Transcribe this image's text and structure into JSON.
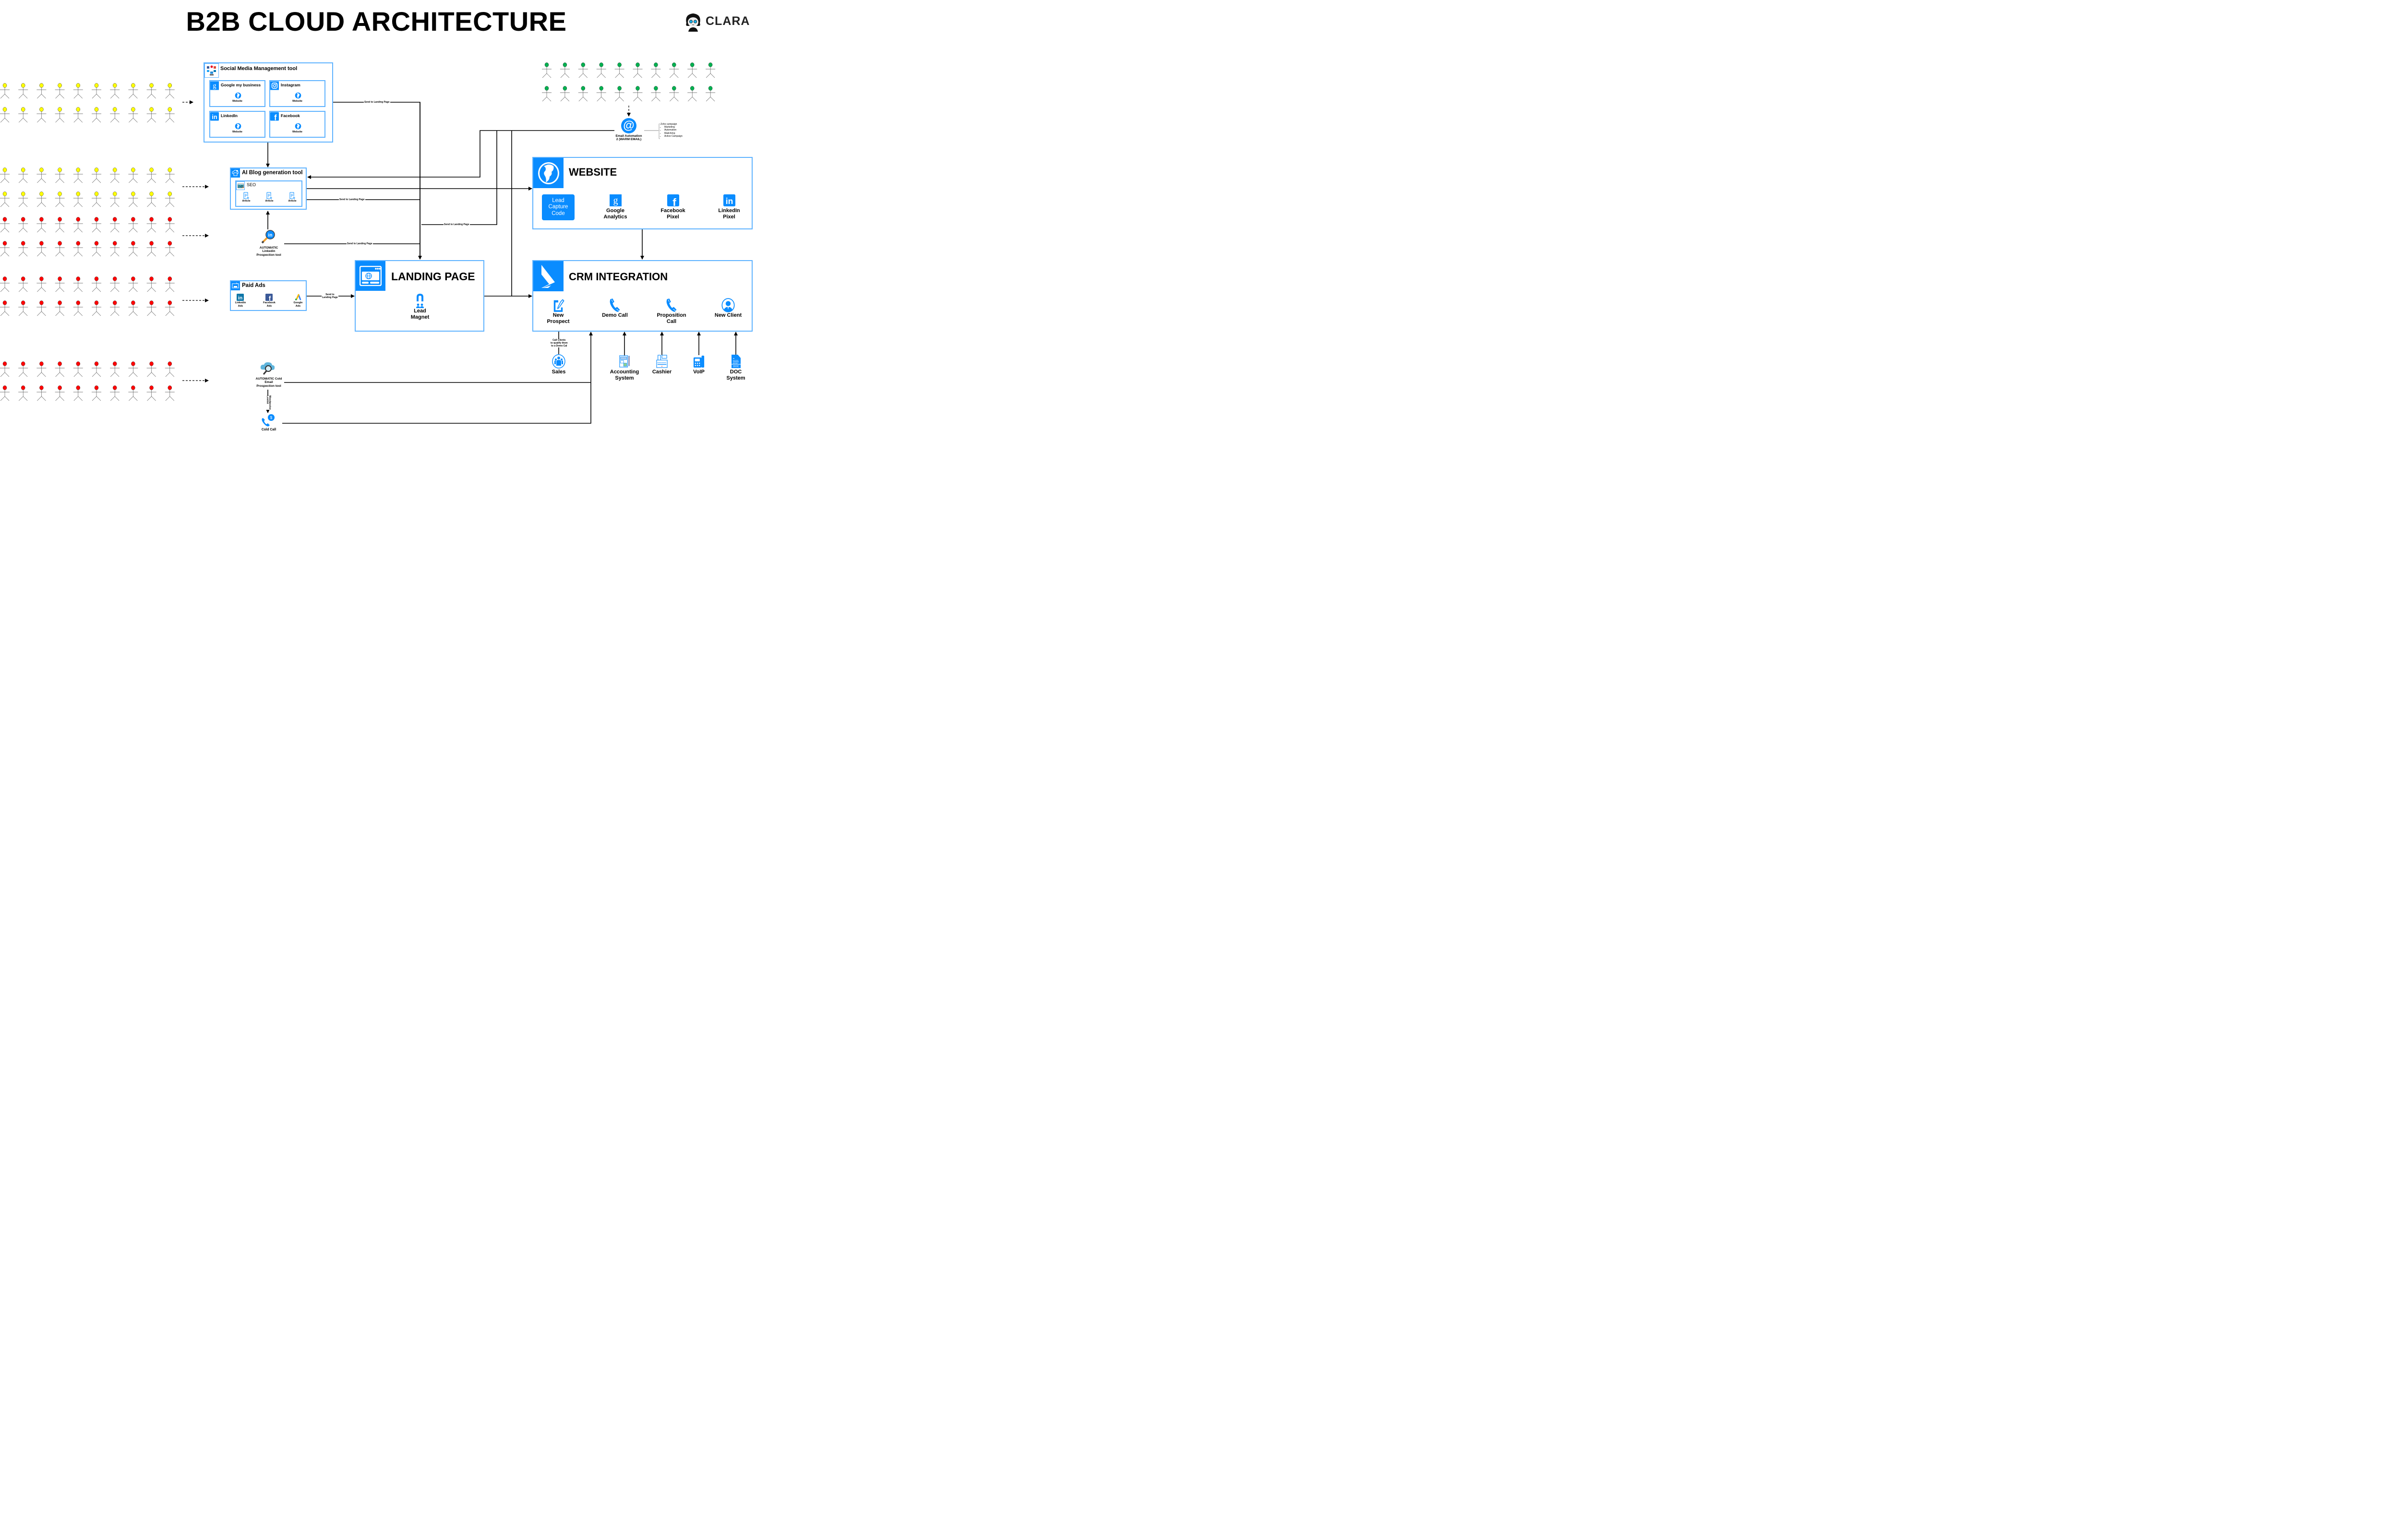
{
  "title": "B2B CLOUD ARCHITECTURE",
  "brand": {
    "name": "CLARA",
    "icon": "girl-avatar-icon"
  },
  "colors": {
    "accent": "#0a8cff",
    "border": "#5fb3ff",
    "audience_yellow": "#ffff00",
    "audience_red": "#ff0000",
    "audience_green": "#00b050",
    "line": "#000000"
  },
  "audiences": [
    {
      "color": "yellow",
      "rows": 2,
      "per_row": 10,
      "target": "social_media"
    },
    {
      "color": "yellow",
      "rows": 2,
      "per_row": 10,
      "target": "ai_blog"
    },
    {
      "color": "red",
      "rows": 2,
      "per_row": 10,
      "target": "linkedin_prospection"
    },
    {
      "color": "red",
      "rows": 2,
      "per_row": 10,
      "target": "paid_ads"
    },
    {
      "color": "red",
      "rows": 2,
      "per_row": 10,
      "target": "cold_email"
    },
    {
      "color": "green",
      "rows": 2,
      "per_row": 10,
      "target": "email_automation"
    }
  ],
  "social_media": {
    "title": "Social Media Management tool",
    "icon": "social-network-icon",
    "channels": [
      {
        "name": "Google my business",
        "icon": "google-icon",
        "sub_label": "Website"
      },
      {
        "name": "Instagram",
        "icon": "instagram-icon",
        "sub_label": "Website"
      },
      {
        "name": "LinkedIn",
        "icon": "linkedin-icon",
        "sub_label": "Website"
      },
      {
        "name": "Facebook",
        "icon": "facebook-icon",
        "sub_label": "Website"
      }
    ]
  },
  "ai_blog": {
    "title": "AI Blog generation tool",
    "icon": "cloud-gear-icon",
    "seo": {
      "title": "SEO",
      "icon": "seo-analytics-icon",
      "articles": [
        "Article",
        "Article",
        "Article"
      ]
    }
  },
  "linkedin_prospection": {
    "label": "AUTOMATIC\nLinkedin\nProspection tool",
    "icon": "linkedin-search-icon"
  },
  "paid_ads": {
    "title": "Paid Ads",
    "icon": "ads-laptop-icon",
    "items": [
      {
        "label": "Linkedin\nAds",
        "icon": "linkedin-icon"
      },
      {
        "label": "Facebook\nAds",
        "icon": "facebook-icon"
      },
      {
        "label": "Google\nAds",
        "icon": "google-ads-icon"
      }
    ]
  },
  "cold_email": {
    "label": "AUTOMATIC Cold\nEmail\nProspection tool",
    "icon": "cloud-search-icon",
    "edge_label": "Woodpecker\nLemlist"
  },
  "cold_call": {
    "label": "Cold Call",
    "icon": "phone-dollar-icon"
  },
  "landing_page": {
    "title": "LANDING PAGE",
    "icon": "browser-globe-icon",
    "item": {
      "label": "Lead\nMagnet",
      "icon": "magnet-icon"
    }
  },
  "email_automation": {
    "label": "Email Automation\n2 (WARM EMAIL)",
    "icon": "at-sign-icon",
    "tools_heading": "Zoho campaign",
    "tools": [
      "Marketing",
      "Automation",
      "Mailchimp",
      "Active Campaign"
    ]
  },
  "website": {
    "title": "WEBSITE",
    "icon": "globe-icon",
    "lead_capture": "Lead\nCapture\nCode",
    "items": [
      {
        "label": "Google\nAnalytics",
        "icon": "google-icon"
      },
      {
        "label": "Facebook\nPixel",
        "icon": "facebook-icon"
      },
      {
        "label": "LinkedIn\nPixel",
        "icon": "linkedin-icon"
      }
    ]
  },
  "crm": {
    "title": "CRM INTEGRATION",
    "icon": "dynamics-icon",
    "pipeline": [
      {
        "label": "New\nProspect",
        "icon": "edit-document-icon"
      },
      {
        "label": "Demo Call",
        "icon": "phone-icon"
      },
      {
        "label": "Proposition\nCall",
        "icon": "phone-icon"
      },
      {
        "label": "New Client",
        "icon": "user-circle-icon"
      }
    ],
    "integrations": [
      {
        "label": "Sales",
        "icon": "team-icon"
      },
      {
        "label": "Accounting\nSystem",
        "icon": "calculator-icon"
      },
      {
        "label": "Cashier",
        "icon": "cash-register-icon"
      },
      {
        "label": "VoIP",
        "icon": "desk-phone-icon"
      },
      {
        "label": "DOC\nSystem",
        "icon": "doc-file-icon"
      }
    ],
    "sales_edge_label": "Call Clients\nto qualify them\nto a Demo Cal"
  },
  "edges": {
    "send_to_landing": "Send to Landing Page",
    "send_to_landing_short": "Send to\nLanding Page"
  }
}
